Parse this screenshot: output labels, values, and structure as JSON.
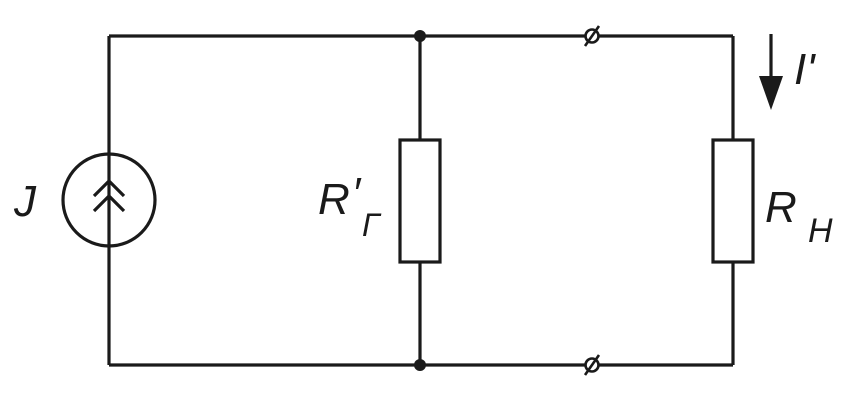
{
  "circuit": {
    "source": {
      "label": "J",
      "symbol": "current-source"
    },
    "generator_resistor": {
      "label_main": "R",
      "label_prime": "′",
      "label_sub": "Г"
    },
    "load_resistor": {
      "label_main": "R",
      "label_sub": "Н"
    },
    "current": {
      "label": "I'",
      "direction": "down"
    },
    "terminals": 2,
    "junction_nodes": 2
  },
  "colors": {
    "line": "#1a1a1a",
    "background": "#ffffff"
  }
}
